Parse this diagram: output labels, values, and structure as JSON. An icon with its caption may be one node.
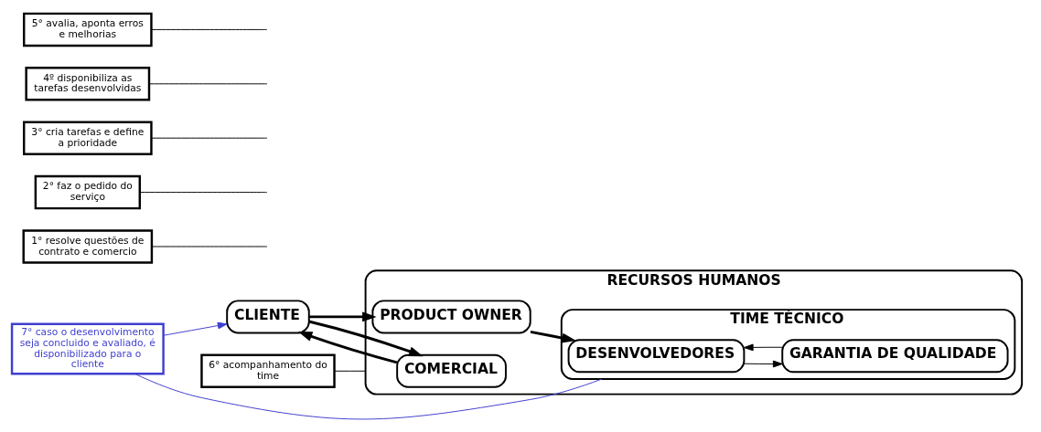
{
  "diagram": {
    "nodes": [
      {
        "text": [
          "CLIENTE"
        ]
      },
      {
        "text": [
          "RECURSOS HUMANOS"
        ]
      },
      {
        "text": [
          "COMERCIAL"
        ],
        "in": 1
      },
      {
        "text": [
          "PRODUCT OWNER"
        ],
        "in": 1
      },
      {
        "text": [
          "TIME TÉCNICO"
        ],
        "in": 1
      },
      {
        "text": [
          "DESENVOLVEDORES"
        ],
        "in": 4
      },
      {
        "text": [
          "GARANTIA DE QUALIDADE"
        ],
        "in": 4
      },
      {
        "text": [
          "1° resolve questões de contrato e comercio"
        ]
      },
      {
        "text": [
          "2° faz o pedido do serviço"
        ]
      },
      {
        "text": [
          "3° cria tarefas e define a prioridade"
        ]
      },
      {
        "text": [
          "4º disponibiliza as tarefas desenvolvidas"
        ]
      },
      {
        "text": [
          "5° avalia, aponta erros e melhorias"
        ]
      },
      {
        "text": [
          "6° acompanhamento do time"
        ]
      },
      {
        "text": [
          "7° caso o desenvolvimento seja concluido e avaliado, é disponibilizado para o cliente"
        ]
      }
    ],
    "edges": [
      {
        "from": 2,
        "to": 0,
        "arrow": "to",
        "style": "thick"
      },
      {
        "from": 0,
        "to": 2,
        "arrow": "to",
        "style": "thick"
      },
      {
        "from": 0,
        "to": 3,
        "arrow": "to",
        "style": "thick"
      },
      {
        "from": 3,
        "to": 5,
        "arrow": "to",
        "style": "thick"
      },
      {
        "from": 6,
        "to": 5,
        "arrow": "to"
      },
      {
        "from": 5,
        "to": 6,
        "arrow": "to"
      },
      {
        "from": 7,
        "to": null,
        "arrow": "none"
      },
      {
        "from": 8,
        "to": null,
        "arrow": "none"
      },
      {
        "from": 9,
        "to": null,
        "arrow": "none"
      },
      {
        "from": 10,
        "to": null,
        "arrow": "none"
      },
      {
        "from": 11,
        "to": null,
        "arrow": "none"
      },
      {
        "from": 12,
        "to": 1,
        "arrow": "none"
      },
      {
        "from": 13,
        "to": 4,
        "arrow": "none",
        "color": "#3f3fcf"
      },
      {
        "from": 13,
        "to": 0,
        "arrow": "to",
        "color": "#3f3fcf"
      }
    ]
  }
}
